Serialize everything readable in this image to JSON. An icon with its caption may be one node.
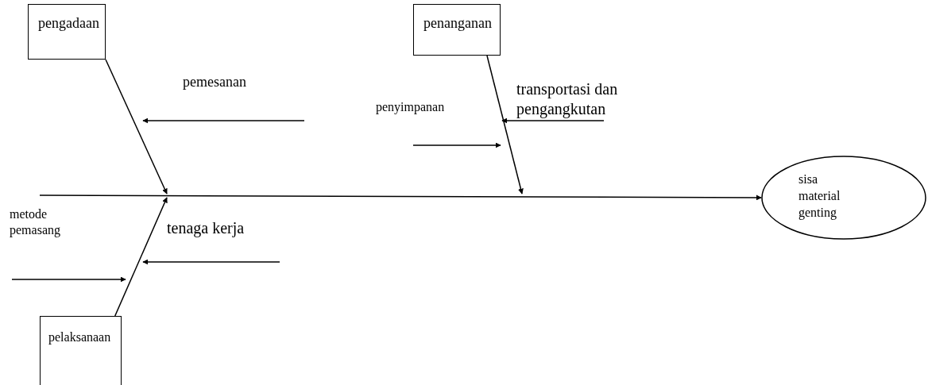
{
  "diagram": {
    "nodes": [
      {
        "text": [
          "pengadaan"
        ]
      },
      {
        "text": [
          "penanganan"
        ]
      },
      {
        "text": [
          "sisa material genting"
        ]
      },
      {
        "text": [
          "pelaksanaan"
        ]
      }
    ],
    "edges": [
      {
        "from": null,
        "to": 2,
        "arrow": "to"
      },
      {
        "from": 0,
        "to": null,
        "arrow": "to"
      },
      {
        "from": 1,
        "to": null,
        "arrow": "to"
      },
      {
        "from": 3,
        "to": null,
        "arrow": "to"
      }
    ],
    "labels": [
      "pemesanan",
      "penyimpanan",
      "transportasi dan pengangkutan",
      "metode pemasang",
      "tenaga kerja"
    ]
  }
}
